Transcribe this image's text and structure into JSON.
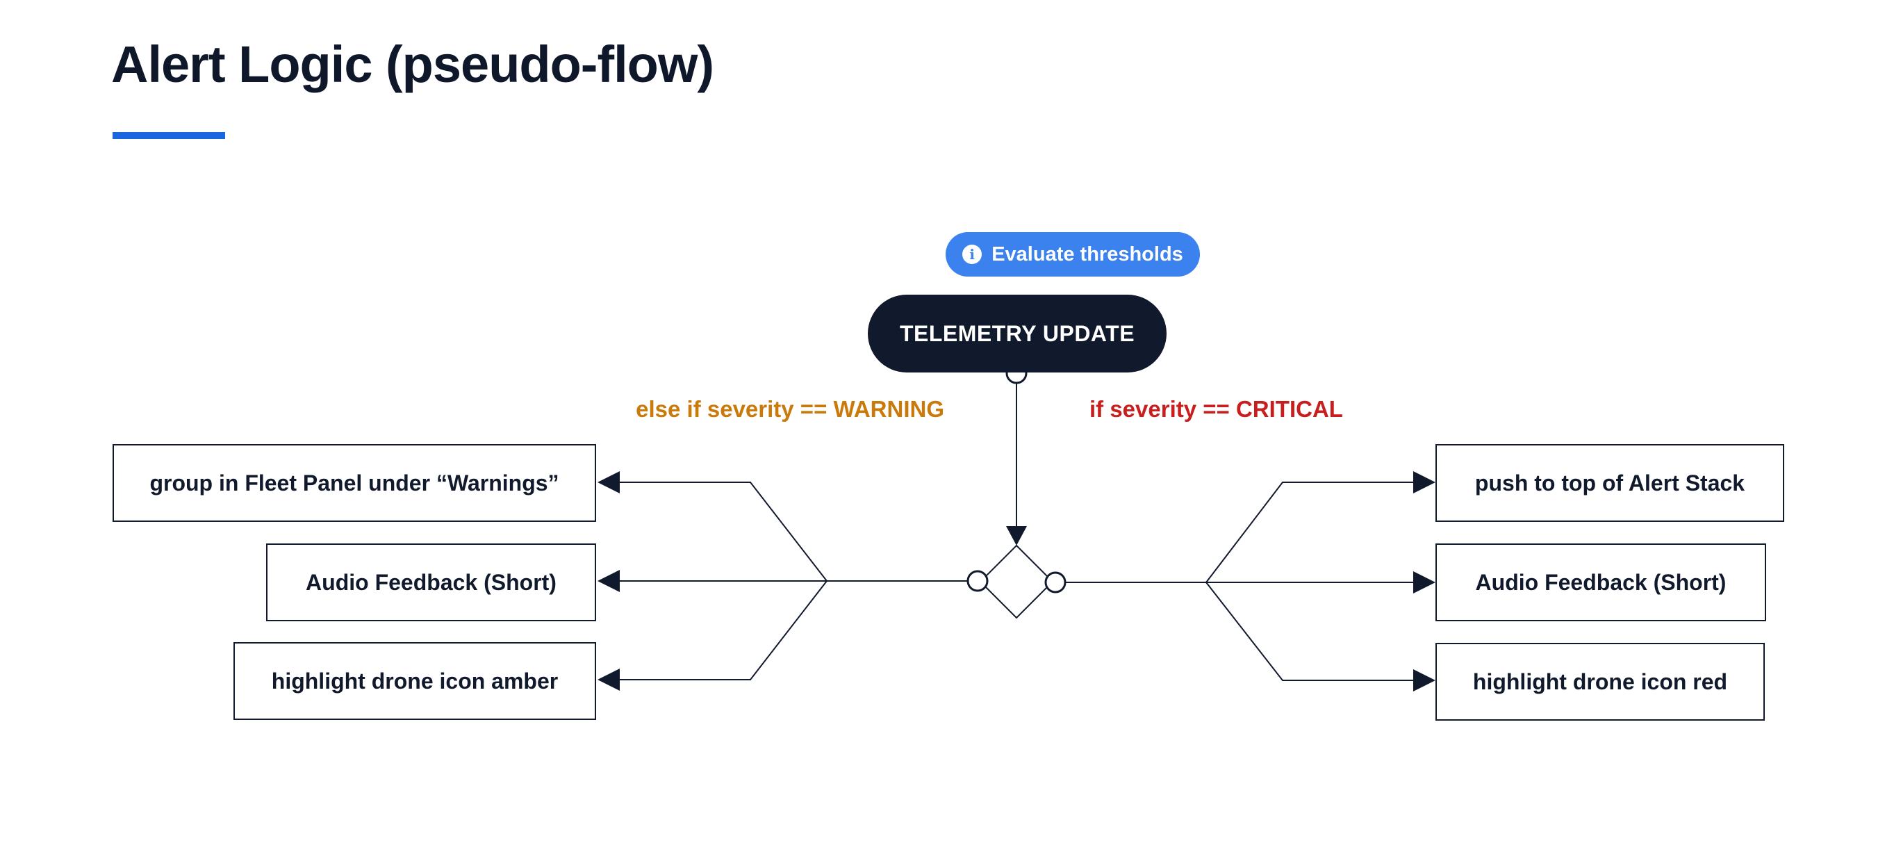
{
  "title": "Alert Logic (pseudo-flow)",
  "tooltip": {
    "icon": "info-icon",
    "icon_glyph": "i",
    "label": "Evaluate thresholds"
  },
  "start": {
    "label": "TELEMETRY UPDATE"
  },
  "branches": {
    "warning": {
      "condition": "else if severity == WARNING",
      "color": "#c97a0a",
      "actions": [
        "group in Fleet Panel under “Warnings”",
        "Audio Feedback (Short)",
        "highlight drone icon amber"
      ]
    },
    "critical": {
      "condition": "if severity == CRITICAL",
      "color": "#c81e1e",
      "actions": [
        "push to top of Alert Stack",
        "Audio Feedback (Short)",
        "highlight drone icon red"
      ]
    }
  },
  "colors": {
    "accent": "#1a66e0",
    "pill": "#3b82ef",
    "node_dark": "#111a2c"
  }
}
